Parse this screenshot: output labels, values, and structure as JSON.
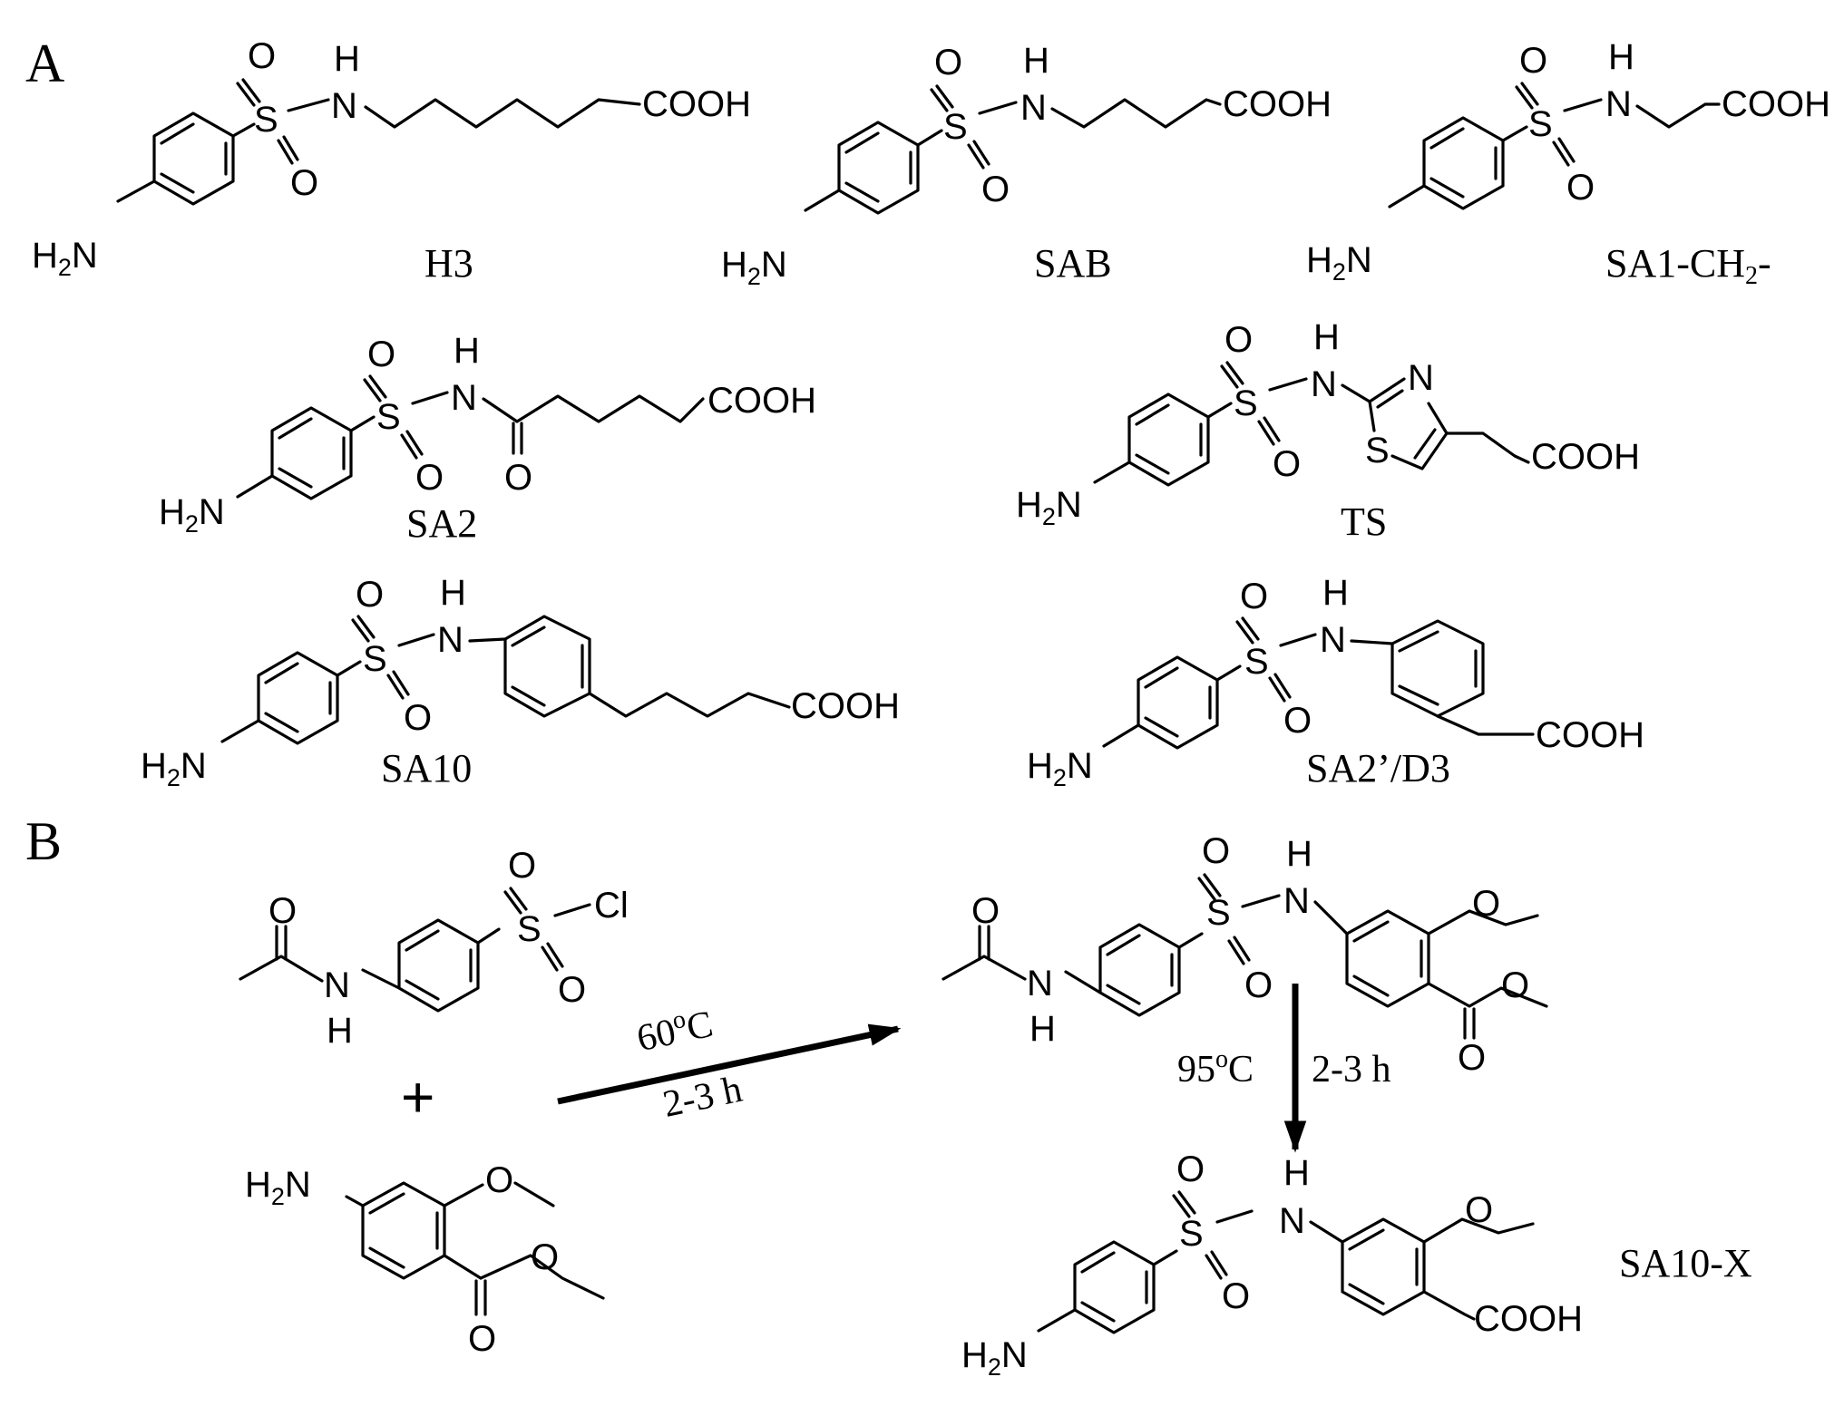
{
  "panels": {
    "a": "A",
    "b": "B"
  },
  "compounds": {
    "h3": "H3",
    "sab": "SAB",
    "sa1": {
      "main": "SA1-CH",
      "sub": "2",
      "tail": "-"
    },
    "sa2": "SA2",
    "ts": "TS",
    "sa10": "SA10",
    "sa2d3": "SA2’/D3",
    "sa10x": "SA10-X"
  },
  "atoms": {
    "cooh": "COOH",
    "h2n_main": "H",
    "h2n_sub": "2",
    "h2n_tail": "N",
    "o": "O",
    "s": "S",
    "n": "N",
    "h": "H",
    "cl": "Cl"
  },
  "conditions": {
    "step1_temp": "60",
    "step1_deg": "o",
    "step1_unit": "C",
    "step1_time": "2-3 h",
    "step2_temp": "95",
    "step2_deg": "o",
    "step2_unit": "C",
    "step2_time": "2-3 h",
    "plus": "+"
  }
}
